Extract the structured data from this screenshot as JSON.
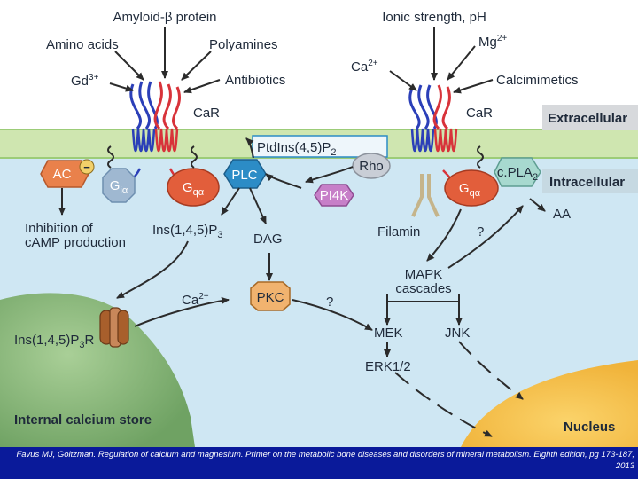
{
  "labels": {
    "amyloid": "Amyloid-β protein",
    "amino_acids": "Amino acids",
    "polyamines": "Polyamines",
    "gd_base": "Gd",
    "gd_sup": "3+",
    "antibiotics": "Antibiotics",
    "car_left": "CaR",
    "ionic": "Ionic strength, pH",
    "mg_base": "Mg",
    "mg_sup": "2+",
    "ca_base": "Ca",
    "ca_sup": "2+",
    "calcimimetics": "Calcimimetics",
    "car_right": "CaR",
    "extracellular": "Extracellular",
    "intracellular": "Intracellular",
    "ptdins_base": "PtdIns(4,5)P",
    "ptdins_sub": "2",
    "ac": "AC",
    "minus": "−",
    "gi_base": "G",
    "gi_sub": "iα",
    "gq_base": "G",
    "gq_sub": "qα",
    "plc": "PLC",
    "rho": "Rho",
    "pi4k": "PI4K",
    "gq2_base": "G",
    "gq2_sub": "qα",
    "cpla2_base": "c.PLA",
    "cpla2_sub": "2",
    "aa": "AA",
    "inhibition_1": "Inhibition of",
    "inhibition_2": "cAMP production",
    "ins_base": "Ins(1,4,5)P",
    "ins_sub": "3",
    "dag": "DAG",
    "filamin": "Filamin",
    "q1": "?",
    "mapk_1": "MAPK",
    "mapk_2": "cascades",
    "ca2_base": "Ca",
    "ca2_sup": "2+",
    "pkc": "PKC",
    "q2": "?",
    "mek": "MEK",
    "jnk": "JNK",
    "erk": "ERK1/2",
    "insr_base": "Ins(1,4,5)P",
    "insr_sub": "3",
    "insr_tail": "R",
    "store": "Internal calcium store",
    "nucleus": "Nucleus"
  },
  "citation": "Favus MJ, Goltzman. Regulation of calcium and magnesium. Primer on the metabolic bone diseases and disorders of mineral metabolism. Eighth edition, pg 173-187, 2013",
  "colors": {
    "extracellular_bg": "#ffffff",
    "membrane": "#cfe6b0",
    "intracellular_bg": "#cfe7f3",
    "store": "#86b57a",
    "nucleus": "#f6c74a",
    "ac": "#e9814b",
    "g_protein": "#e25e3b",
    "plc": "#2c8cc6",
    "pi4k": "#c77fc8",
    "rho": "#c9ced6",
    "cpla2": "#a7d9cf",
    "pkc": "#f1b36f",
    "footer": "#0a1a9a"
  }
}
